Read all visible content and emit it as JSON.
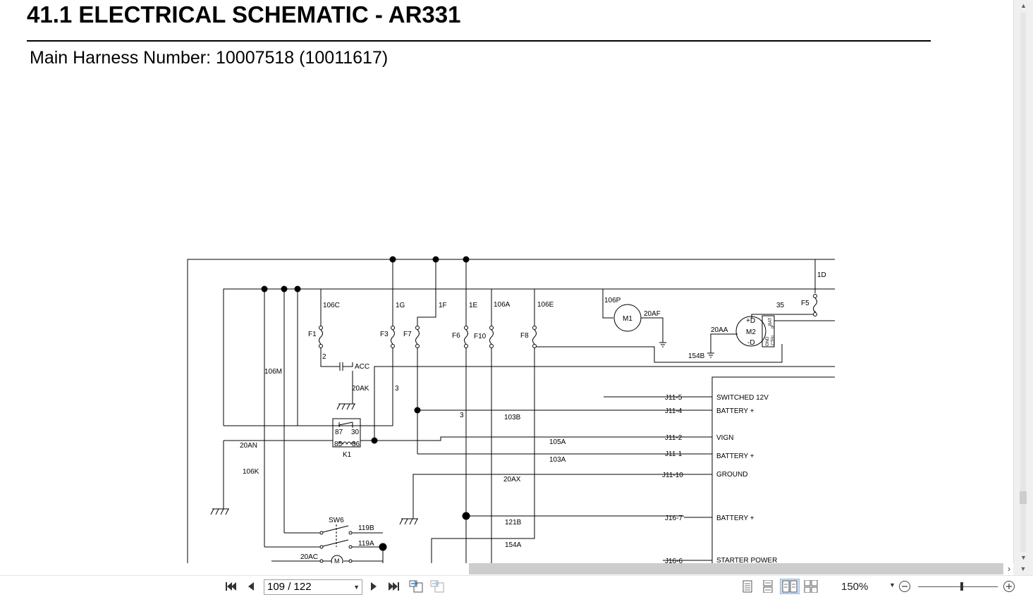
{
  "document": {
    "title": "41.1 ELECTRICAL SCHEMATIC - AR331",
    "subtitle": "Main Harness Number: 10007518 (10011617)"
  },
  "schematic": {
    "wire_labels": [
      "106C",
      "1G",
      "1F",
      "1E",
      "106A",
      "106E",
      "106P",
      "20AF",
      "1D",
      "35",
      "20AA",
      "154B",
      "106M",
      "2",
      "20AK",
      "3",
      "103B",
      "105A",
      "103A",
      "20AN",
      "106K",
      "20AX",
      "121B",
      "154A",
      "119B",
      "119A",
      "20AC"
    ],
    "fuses": [
      "F1",
      "F3",
      "F7",
      "F6",
      "F10",
      "F8",
      "F5"
    ],
    "components": {
      "motor_m1": "M1",
      "motor_m2": "M2",
      "m2_plus": "+D",
      "m2_minus": "-D",
      "relay": "K1",
      "relay_pins": [
        "87",
        "30",
        "85",
        "86"
      ],
      "switch": "SW6",
      "acc": "ACC",
      "motor_bottom": "M",
      "m2_term_1": "BAT",
      "m2_term_2": "IE",
      "m2_term_3": "GND",
      "m2_term_4": "CTRL"
    },
    "connectors": [
      {
        "pin": "J11-5",
        "signal": "SWITCHED 12V"
      },
      {
        "pin": "J11-4",
        "signal": "BATTERY +"
      },
      {
        "pin": "J11-2",
        "signal": "VIGN"
      },
      {
        "pin": "J11-1",
        "signal": "BATTERY +"
      },
      {
        "pin": "J11-10",
        "signal": "GROUND"
      },
      {
        "pin": "J16-7",
        "signal": "BATTERY +"
      },
      {
        "pin": "J16-6",
        "signal": "STARTER POWER"
      }
    ]
  },
  "toolbar": {
    "page_value": "109 / 122",
    "zoom_value": "150%"
  },
  "colors": {
    "toolbar_bg": "#ffffff",
    "scrollbar_thumb": "#cdcdcd",
    "active_view": "#cfe0f5"
  },
  "icons": [
    "first-page-icon",
    "prev-page-icon",
    "next-page-icon",
    "last-page-icon",
    "go-back-icon",
    "go-forward-icon",
    "single-page-icon",
    "continuous-icon",
    "two-page-icon",
    "two-continuous-icon",
    "zoom-out-icon",
    "zoom-in-icon"
  ]
}
